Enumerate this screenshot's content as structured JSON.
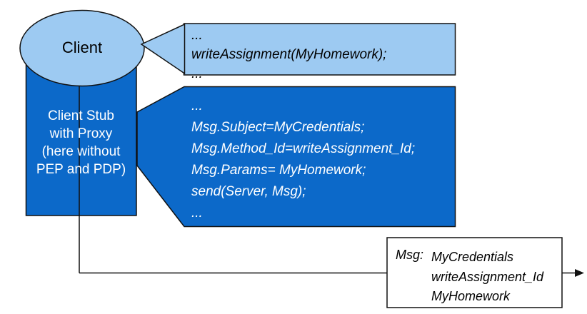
{
  "colors": {
    "light_blue": "#9DCAF2",
    "dark_blue": "#0C69C9",
    "outline": "#111111"
  },
  "client": {
    "label": "Client"
  },
  "client_stub": {
    "lines": [
      "Client Stub",
      "with Proxy",
      "(here without",
      "PEP and PDP)"
    ]
  },
  "client_code_callout": {
    "lines": [
      "...",
      "writeAssignment(MyHomework);",
      "..."
    ]
  },
  "stub_code_callout": {
    "lines": [
      "...",
      "Msg.Subject=MyCredentials;",
      "Msg.Method_Id=writeAssignment_Id;",
      "Msg.Params= MyHomework;",
      "send(Server, Msg);",
      "..."
    ]
  },
  "message_box": {
    "label": "Msg:",
    "values": [
      "MyCredentials",
      "writeAssignment_Id",
      "MyHomework"
    ]
  }
}
